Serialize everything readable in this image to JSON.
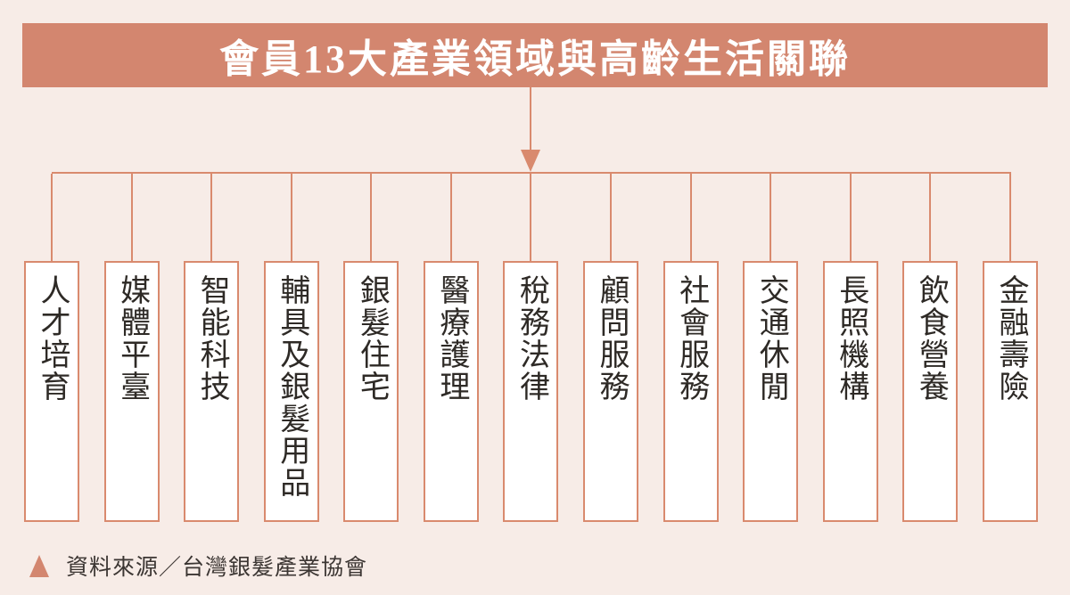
{
  "header": {
    "title": "會員13大產業領域與高齡生活關聯"
  },
  "sectors": [
    {
      "label": "人才培育"
    },
    {
      "label": "媒體平臺"
    },
    {
      "label": "智能科技"
    },
    {
      "label": "輔具及銀髮用品"
    },
    {
      "label": "銀髮住宅"
    },
    {
      "label": "醫療護理"
    },
    {
      "label": "稅務法律"
    },
    {
      "label": "顧問服務"
    },
    {
      "label": "社會服務"
    },
    {
      "label": "交通休閒"
    },
    {
      "label": "長照機構"
    },
    {
      "label": "飲食營養"
    },
    {
      "label": "金融壽險"
    }
  ],
  "footer": {
    "source": "資料來源／台灣銀髮產業協會"
  },
  "colors": {
    "background": "#f7ece7",
    "banner": "#d3866f",
    "connector_line": "#d98a6e",
    "box_fill": "#ffffff",
    "box_border": "#d98a6e",
    "box_text": "#2e2a26",
    "title_text": "#ffffff",
    "source_text": "#3c3633"
  }
}
